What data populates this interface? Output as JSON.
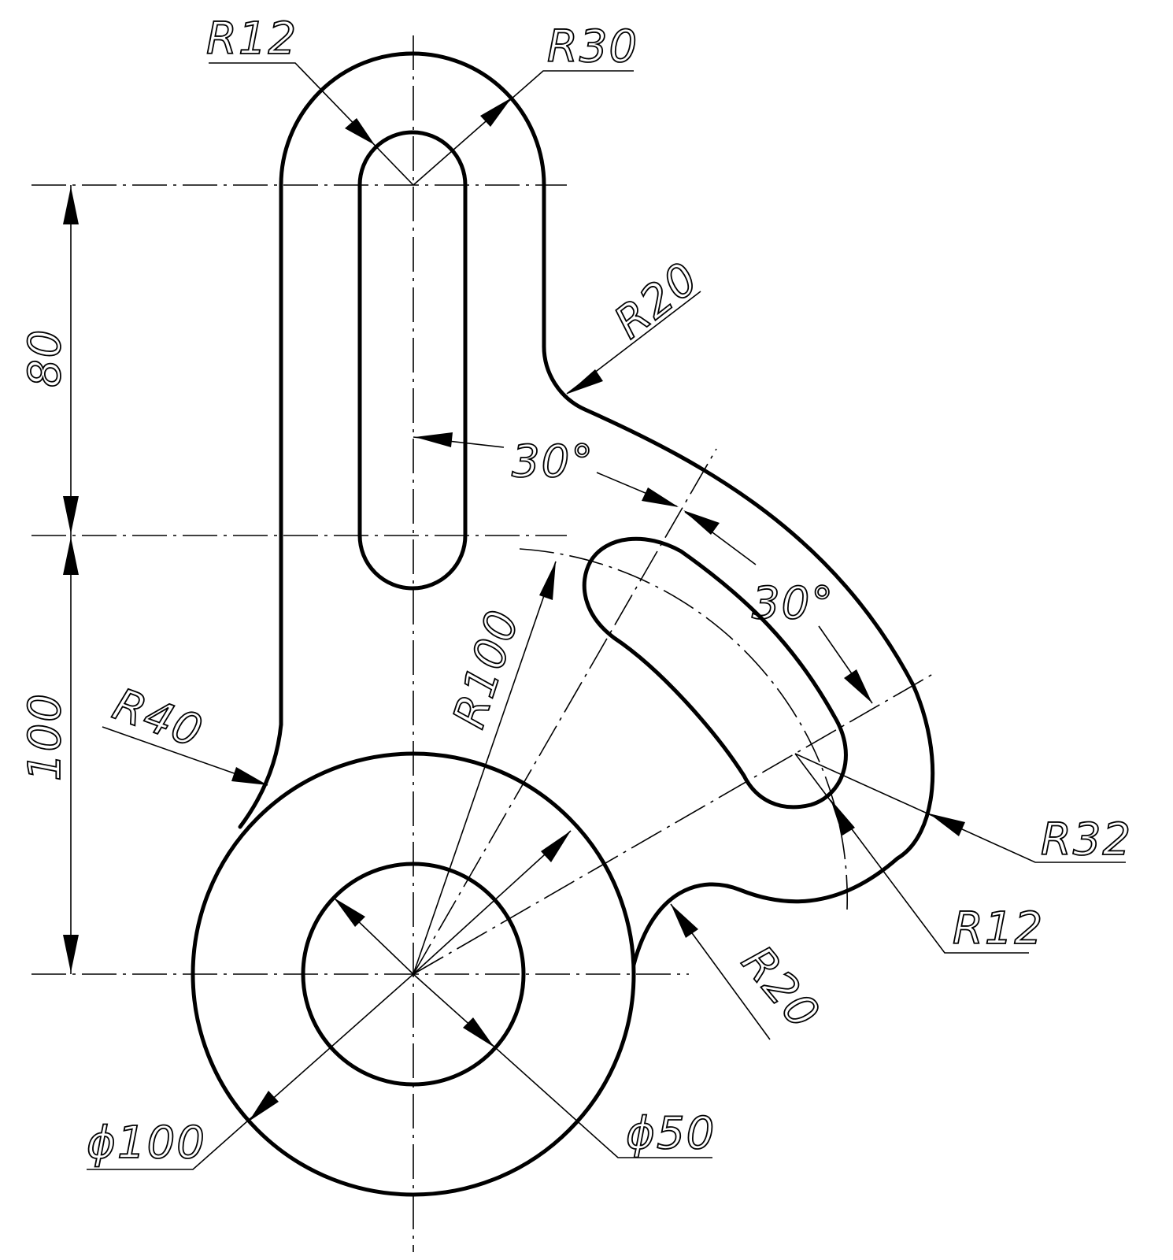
{
  "drawing": {
    "dimensions": {
      "r12_top": "R12",
      "r30_top": "R30",
      "r20_upper": "R20",
      "dim_80": "80",
      "angle_30_a": "30°",
      "angle_30_b": "30°",
      "r100": "R100",
      "r40": "R40",
      "dim_100": "100",
      "r32": "R32",
      "r12_right": "R12",
      "r20_lower": "R20",
      "dia_100": "ϕ100",
      "dia_50": "ϕ50"
    }
  }
}
